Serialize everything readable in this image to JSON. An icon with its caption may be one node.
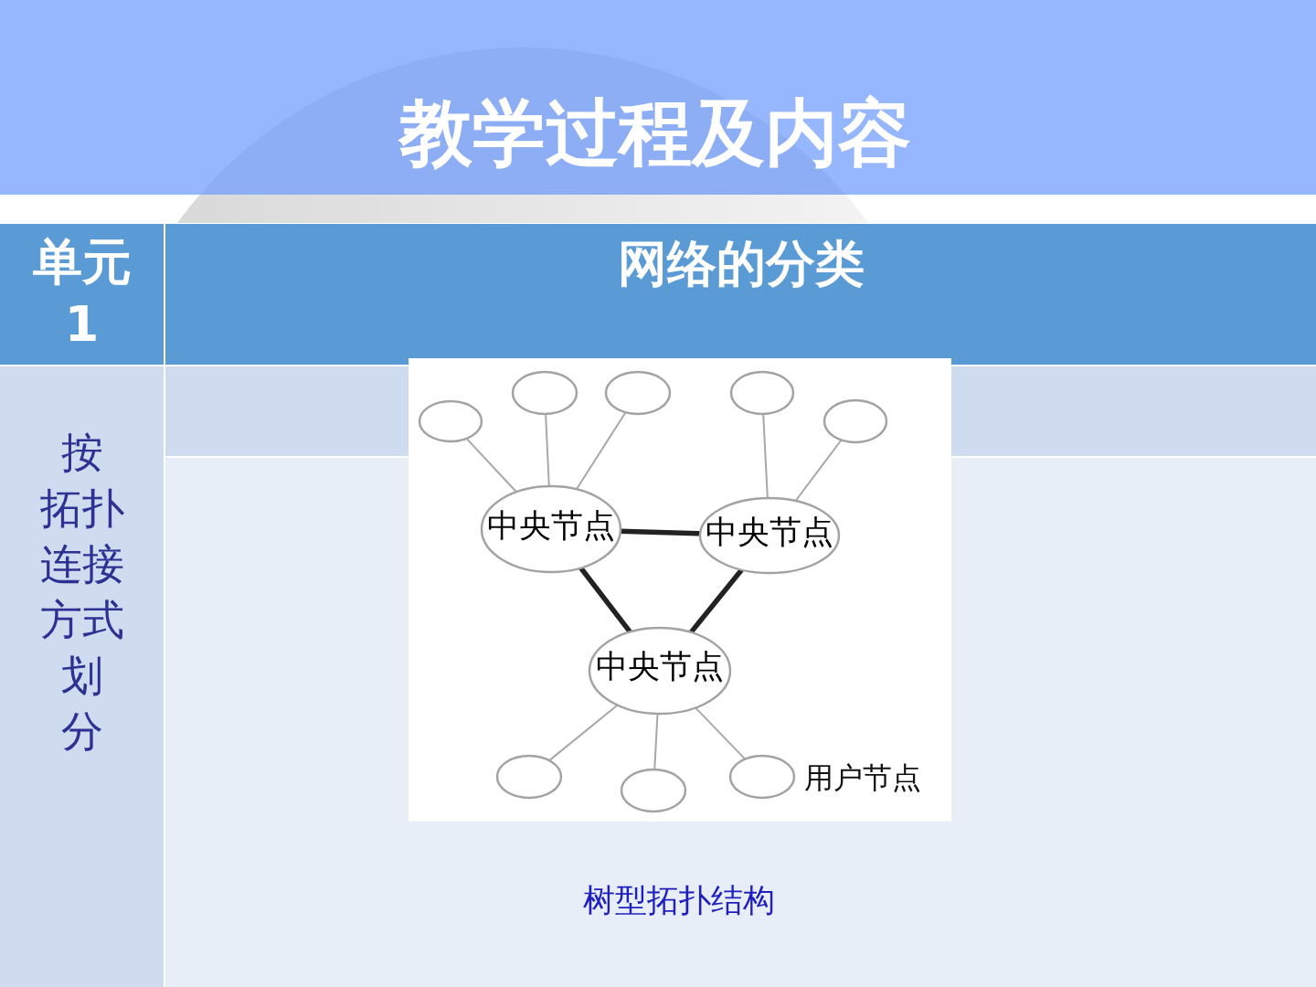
{
  "diagram": {
    "title": "教学过程及内容",
    "caption": "树型拓扑结构",
    "nodes": [
      {
        "text": [],
        "shape": "ellipse"
      },
      {
        "text": [],
        "shape": "ellipse"
      },
      {
        "text": [],
        "shape": "ellipse"
      },
      {
        "text": [],
        "shape": "ellipse"
      },
      {
        "text": [],
        "shape": "ellipse"
      },
      {
        "text": [
          "中央节点"
        ]
      },
      {
        "text": [
          "中央节点"
        ]
      },
      {
        "text": [
          "中央节点"
        ]
      },
      {
        "text": [],
        "shape": "ellipse"
      },
      {
        "text": [],
        "shape": "ellipse"
      },
      {
        "text": [],
        "shape": "ellipse",
        "beside": [
          "用户节点"
        ]
      }
    ],
    "edges": [
      {
        "from": 5,
        "to": 0,
        "arrow": "none"
      },
      {
        "from": 5,
        "to": 1,
        "arrow": "none"
      },
      {
        "from": 5,
        "to": 2,
        "arrow": "none"
      },
      {
        "from": 6,
        "to": 3,
        "arrow": "none"
      },
      {
        "from": 6,
        "to": 4,
        "arrow": "none"
      },
      {
        "from": 5,
        "to": 6,
        "arrow": "none",
        "style": "thick",
        "color": "#222222"
      },
      {
        "from": 5,
        "to": 7,
        "arrow": "none",
        "style": "thick",
        "color": "#222222"
      },
      {
        "from": 6,
        "to": 7,
        "arrow": "none",
        "style": "thick",
        "color": "#222222"
      },
      {
        "from": 7,
        "to": 8,
        "arrow": "none"
      },
      {
        "from": 7,
        "to": 9,
        "arrow": "none"
      },
      {
        "from": 7,
        "to": 10,
        "arrow": "none"
      }
    ],
    "labels": [
      "单元 1",
      "网络的分类",
      "按拓扑连接方式划分"
    ]
  }
}
